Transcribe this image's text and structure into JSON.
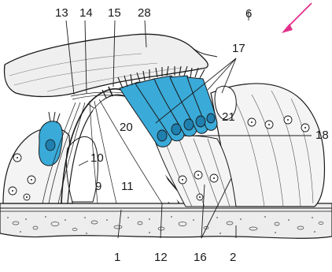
{
  "labels": {
    "l13": "13",
    "l14": "14",
    "l15": "15",
    "l28": "28",
    "l6": "6",
    "l17": "17",
    "l20": "20",
    "l21": "21",
    "l18": "18",
    "l10": "10",
    "l9": "9",
    "l11": "11",
    "l1": "1",
    "l12": "12",
    "l16": "16",
    "l2": "2"
  },
  "colors": {
    "hair_cell": "#3aaad8",
    "hair_cell_dark": "#1f7fae",
    "pointer_arrow": "#e0308a",
    "line": "#1a1a1a",
    "tissue": "#f4f4f4"
  }
}
